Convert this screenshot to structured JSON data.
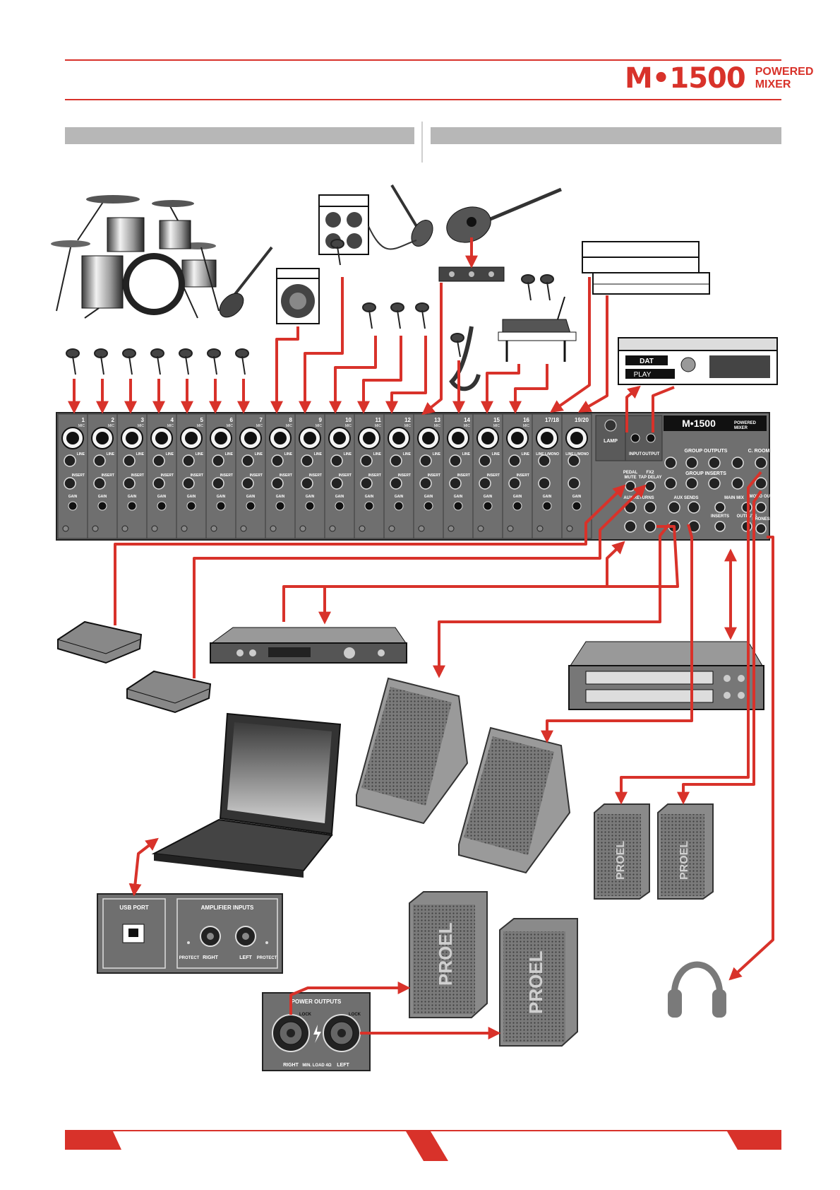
{
  "header": {
    "model": "M•1500",
    "subtitle_line1": "POWERED",
    "subtitle_line2": "MIXER"
  },
  "mixer": {
    "channels": [
      "1",
      "2",
      "3",
      "4",
      "5",
      "6",
      "7",
      "8",
      "9",
      "10",
      "11",
      "12",
      "13",
      "14",
      "15",
      "16",
      "17/18",
      "19/20"
    ],
    "mic_label": "MIC",
    "line_label": "LINE",
    "insert_label": "INSERT",
    "gain_label": "GAIN",
    "line_stereo_label": "LINE L/MONO",
    "lamp_label": "LAMP",
    "panel_logo": "M•1500",
    "panel_logo_sub1": "POWERED",
    "panel_logo_sub2": "MIXER",
    "group_outputs_label": "GROUP OUTPUTS",
    "group_inserts_label": "GROUP INSERTS",
    "c_room_label": "C. ROOM",
    "pedal_label": "PEDAL",
    "mute_label": "MUTE",
    "fx2_label": "FX2",
    "tap_delay_label": "TAP DELAY",
    "aux_returns_label": "AUX RETURNS",
    "aux_sends_label": "AUX SENDS",
    "main_mix_label": "MAIN MIX",
    "inserts_label": "INSERTS",
    "outputs_label": "OUTPUTS",
    "mono_out_label": "MONO OUT",
    "phones_label": "PHONES",
    "input_label": "INPUT",
    "output_label": "OUTPUT"
  },
  "dat": {
    "label": "DAT",
    "display": "PLAY"
  },
  "usb_panel": {
    "usb_label": "USB PORT",
    "amp_inputs_label": "AMPLIFIER INPUTS",
    "protect_label": "PROTECT",
    "right_label": "RIGHT",
    "left_label": "LEFT"
  },
  "power_panel": {
    "title": "POWER OUTPUTS",
    "lock_label": "LOCK",
    "right_label": "RIGHT",
    "left_label": "LEFT",
    "min_load_label": "MIN. LOAD 4Ω"
  },
  "speaker_brand": "PROEL",
  "colors": {
    "accent": "#d8322a",
    "band": "#b7b7b7",
    "panel": "#6f6f6f",
    "device_dark": "#4a4a4a"
  }
}
